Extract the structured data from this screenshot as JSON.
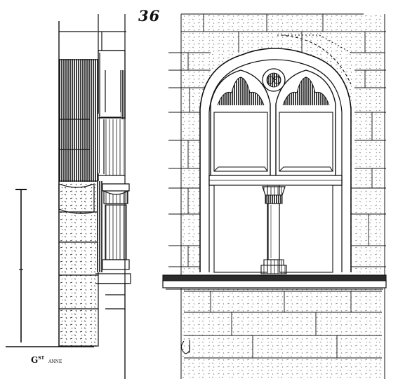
{
  "figure": {
    "number": "36"
  },
  "signature": {
    "initial": "G",
    "superscript": "ST",
    "rest": "ANNE"
  },
  "ink": "#111111",
  "shade": "#2b2b2b",
  "paper": "#ffffff"
}
